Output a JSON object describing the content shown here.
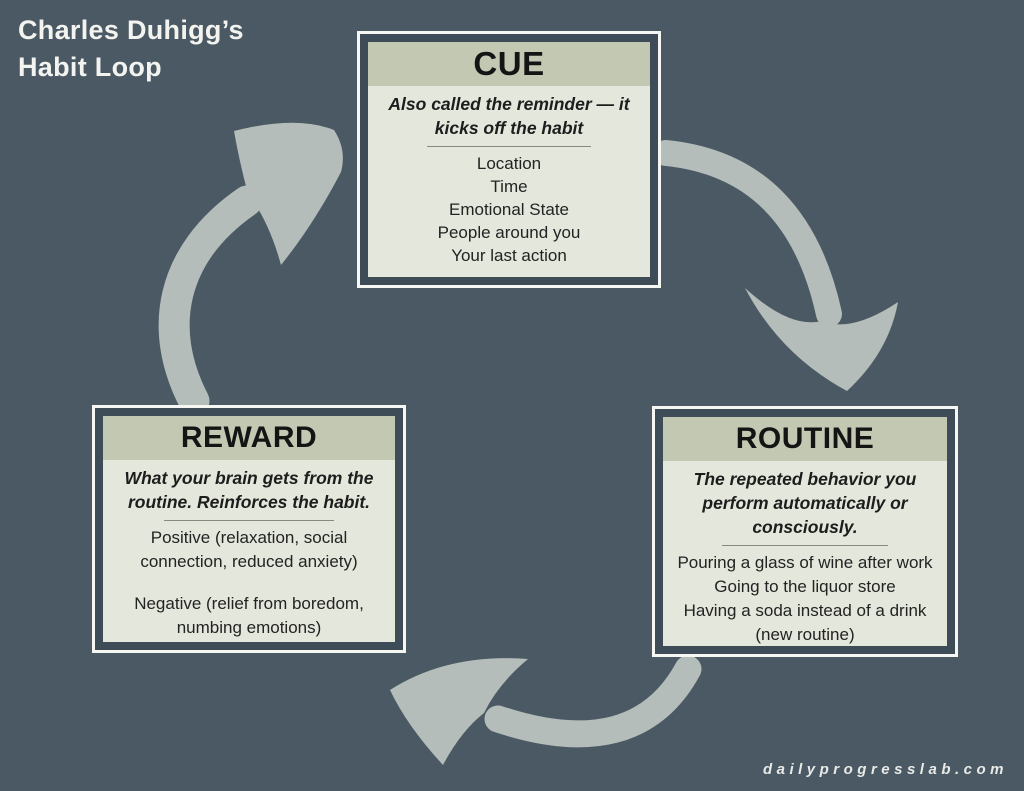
{
  "title": {
    "line1": "Charles Duhigg’s",
    "line2": "Habit Loop"
  },
  "boxes": [
    {
      "id": "cue",
      "title": "CUE",
      "description": "Also called the reminder — it kicks off the habit",
      "items": [
        "Location",
        "Time",
        "Emotional State",
        "People around you",
        "Your last action"
      ]
    },
    {
      "id": "reward",
      "title": "REWARD",
      "description": "What your brain gets from the routine. Reinforces the habit.",
      "items": [
        "Positive (relaxation, social connection, reduced anxiety)",
        "Negative (relief from boredom, numbing emotions)"
      ]
    },
    {
      "id": "routine",
      "title": "ROUTINE",
      "description": "The repeated behavior you perform automatically or consciously.",
      "items": [
        "Pouring a glass of wine after work",
        "Going to the liquor store",
        "Having a soda instead of a drink",
        "(new routine)"
      ]
    }
  ],
  "arrows": [
    {
      "name": "cue-to-routine",
      "from": "CUE",
      "to": "ROUTINE"
    },
    {
      "name": "routine-to-reward",
      "from": "ROUTINE",
      "to": "REWARD"
    },
    {
      "name": "reward-to-cue",
      "from": "REWARD",
      "to": "CUE"
    }
  ],
  "watermark": "dailyprogresslab.com",
  "colors": {
    "background": "#4a5963",
    "box_frame_dark": "#3d4c56",
    "box_border_white": "#f6f7f3",
    "header_green": "#c2c8b2",
    "body_cream": "#e4e7dc",
    "arrow_gray": "#b5bdba",
    "title_white": "#f3f4f0",
    "text_dark": "#232323"
  }
}
